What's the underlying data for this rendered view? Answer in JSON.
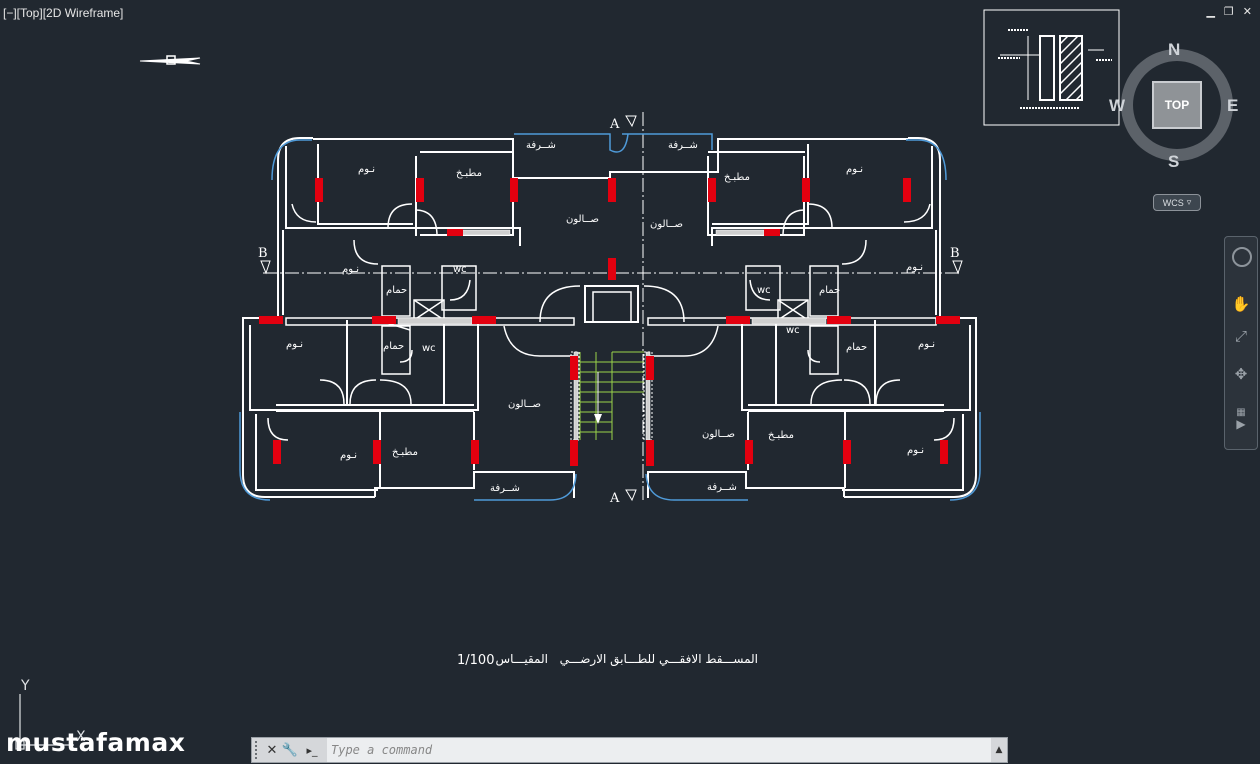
{
  "viewport": {
    "label": "[−][Top][2D Wireframe]"
  },
  "window_controls": {
    "minimize": "▁",
    "restore": "❐",
    "close": "✕"
  },
  "drawing": {
    "caption_title": "المســـقط الافقـــي للطـــابق الارضـــي",
    "caption_scale_label": "المقيـــاس",
    "caption_scale_value": "1/100",
    "section_markers": {
      "a": "A",
      "b": "B"
    },
    "room_labels": {
      "bedroom": "نـوم",
      "kitchen": "مطبـخ",
      "living": "صــالون",
      "balcony": "شــرفة",
      "bathroom": "حمام",
      "wc": "wc"
    }
  },
  "viewcube": {
    "north": "N",
    "south": "S",
    "east": "E",
    "west": "W",
    "top": "TOP"
  },
  "wcs": {
    "label": "WCS"
  },
  "ucs": {
    "y": "Y",
    "x": "X"
  },
  "command_line": {
    "placeholder": "Type a command"
  },
  "watermark": {
    "text": "mustafamax"
  },
  "colors": {
    "background": "#212830",
    "walls": "#ffffff",
    "columns": "#e3000f",
    "balcony_edge": "#4f9ad8",
    "stairs": "#9bd34a"
  }
}
